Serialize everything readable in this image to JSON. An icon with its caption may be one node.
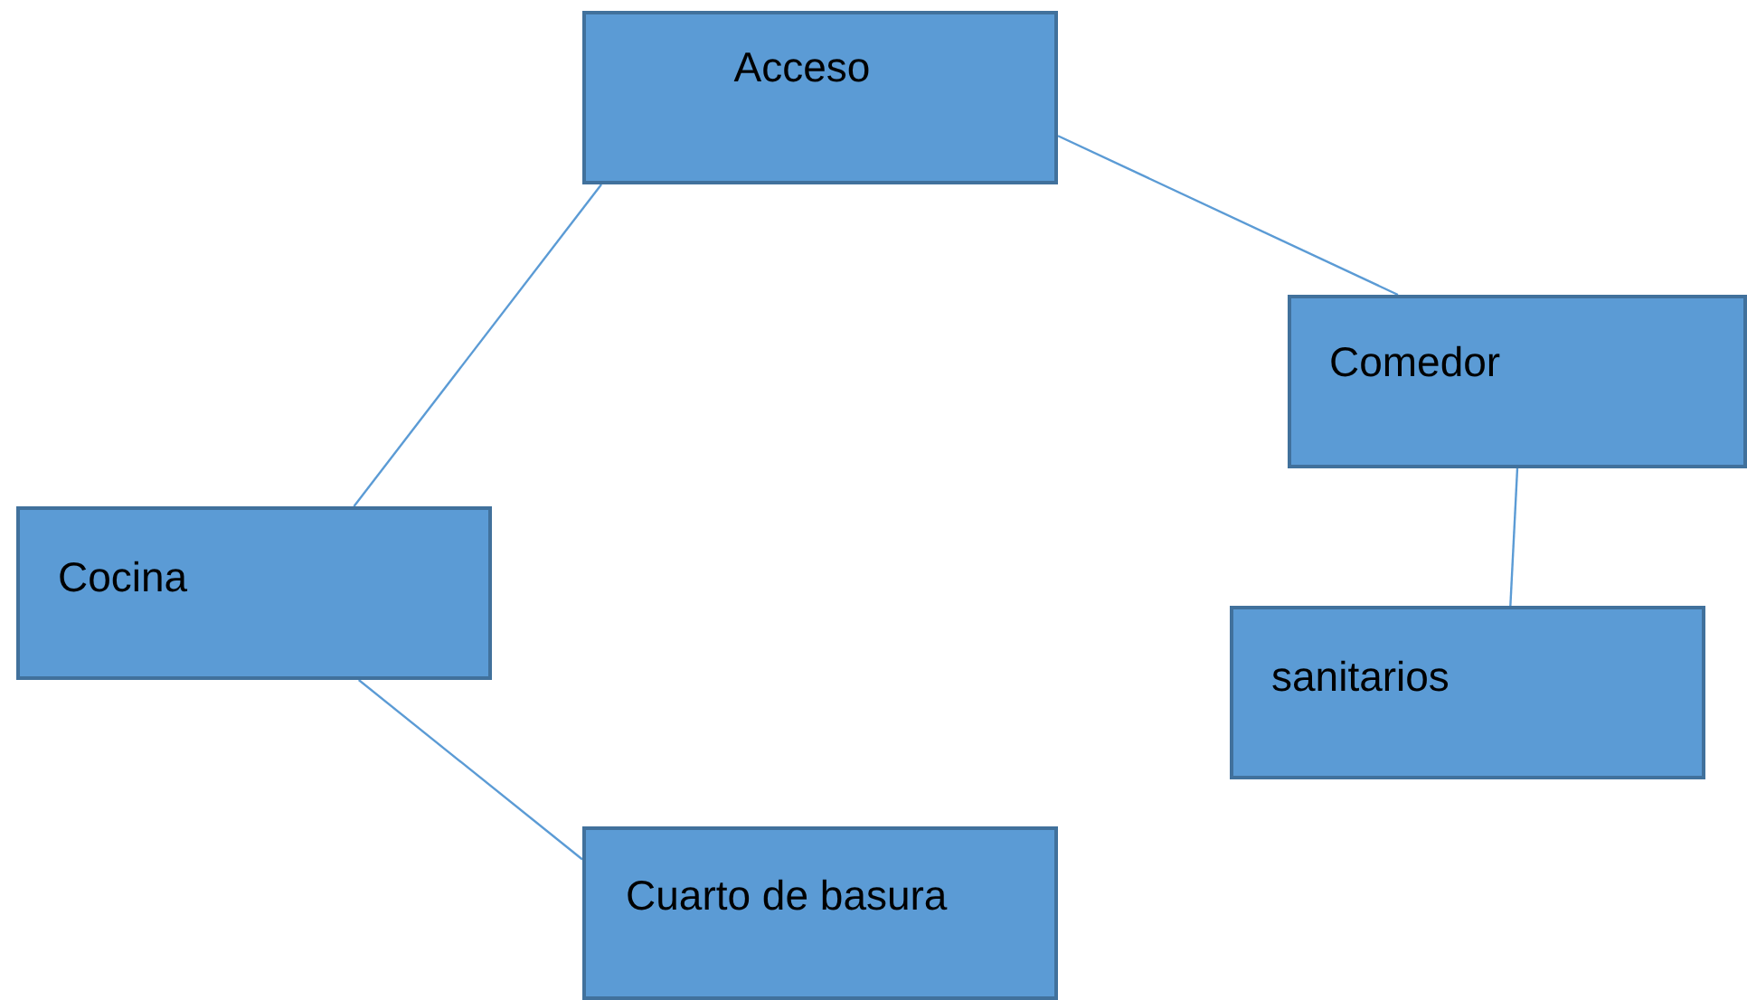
{
  "diagram": {
    "nodes": [
      {
        "text": [
          "Acceso"
        ]
      },
      {
        "text": [
          "Comedor"
        ]
      },
      {
        "text": [
          "Cocina"
        ]
      },
      {
        "text": [
          "sanitarios"
        ]
      },
      {
        "text": [
          "Cuarto de basura"
        ]
      }
    ],
    "edges": [
      {
        "from": 0,
        "to": 1,
        "arrow": "none"
      },
      {
        "from": 0,
        "to": 2,
        "arrow": "none"
      },
      {
        "from": 1,
        "to": 3,
        "arrow": "none"
      },
      {
        "from": 2,
        "to": 4,
        "arrow": "none"
      }
    ]
  }
}
